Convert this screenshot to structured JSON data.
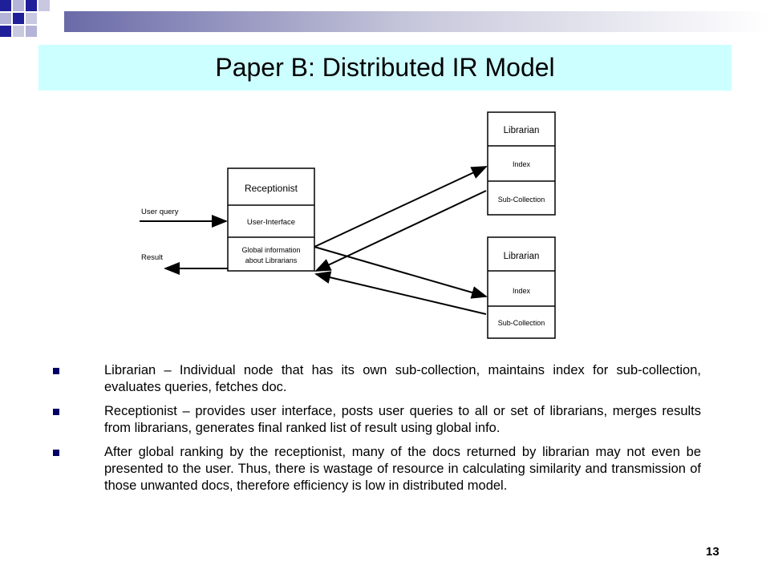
{
  "slide": {
    "title": "Paper B: Distributed IR Model",
    "page_number": "13",
    "accent_color": "#1f1f99",
    "title_band_color": "#ccffff"
  },
  "diagram": {
    "receptionist": {
      "header": "Receptionist",
      "interface": "User-Interface",
      "global_line1": "Global information",
      "global_line2": "about Librarians"
    },
    "librarian_top": {
      "header": "Librarian",
      "index": "Index",
      "subcollection": "Sub-Collection"
    },
    "librarian_bottom": {
      "header": "Librarian",
      "index": "Index",
      "subcollection": "Sub-Collection"
    },
    "user_query_label": "User query",
    "result_label": "Result"
  },
  "bullets": [
    "Librarian – Individual node that has its own sub-collection, maintains index for sub-collection, evaluates queries, fetches doc.",
    "Receptionist – provides user interface, posts user queries to all or set of librarians, merges results from librarians, generates final ranked list of result using global info.",
    "After global ranking by the receptionist, many of the docs returned by librarian may not even be presented to the user. Thus, there is wastage of resource in calculating similarity and transmission of those unwanted docs, therefore efficiency is low in distributed model."
  ]
}
